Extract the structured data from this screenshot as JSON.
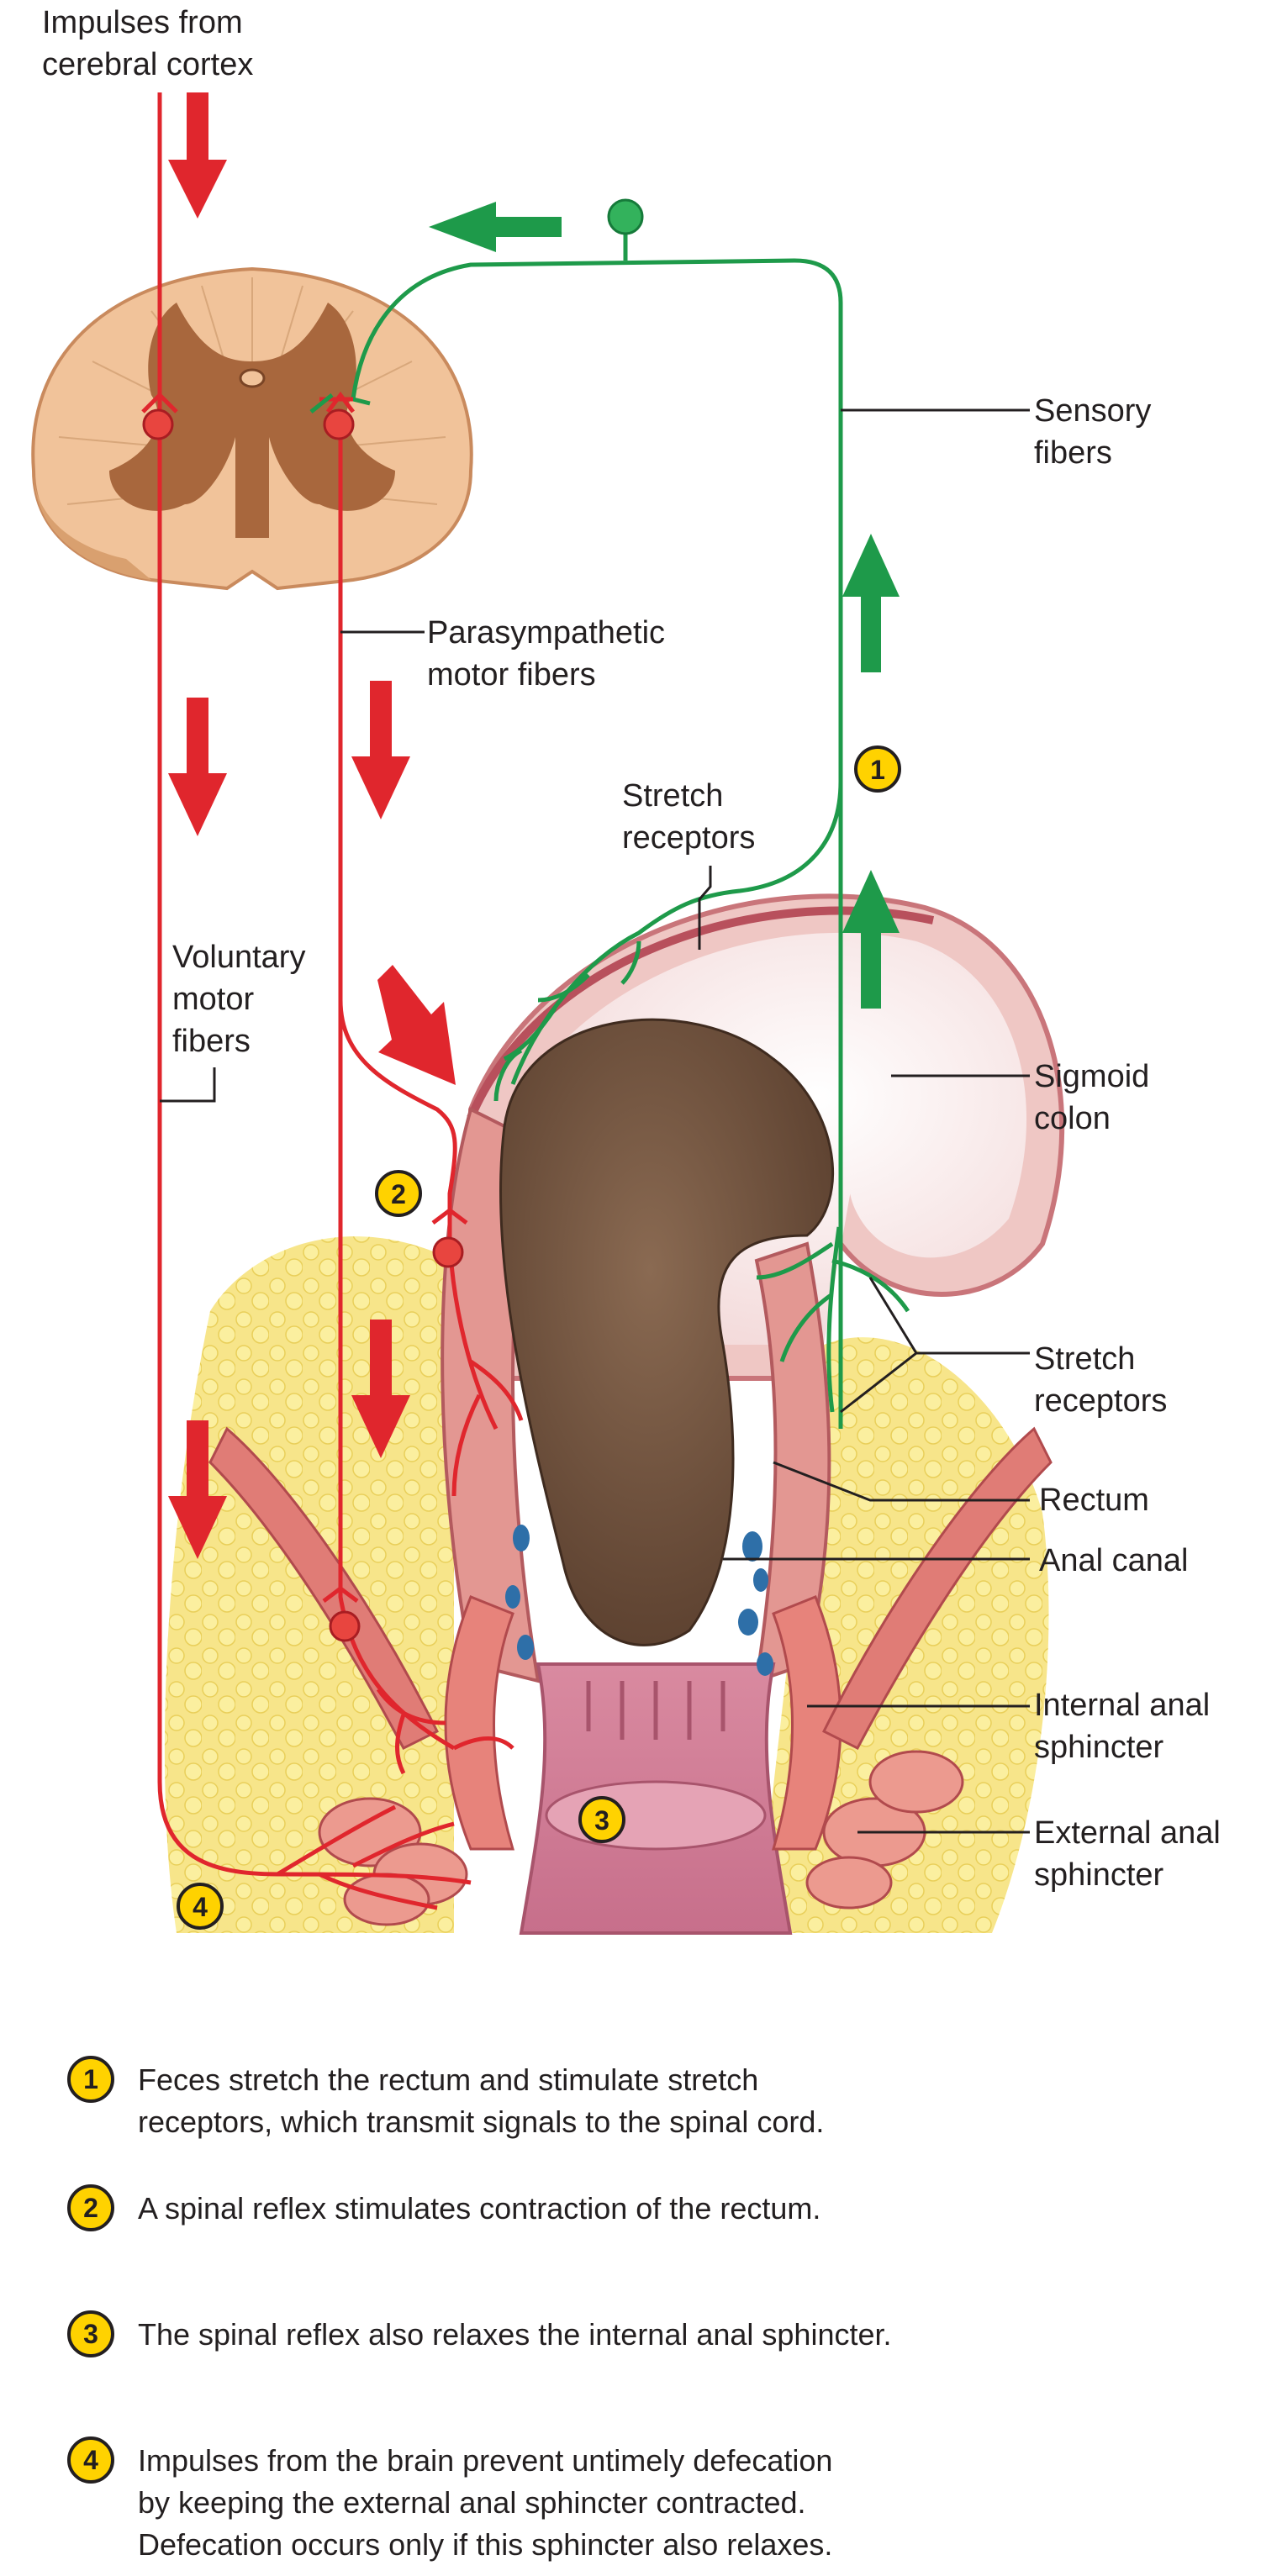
{
  "labels": {
    "cortex_l1": "Impulses from",
    "cortex_l2": "cerebral cortex",
    "sensory_l1": "Sensory",
    "sensory_l2": "fibers",
    "parasym_l1": "Parasympathetic",
    "parasym_l2": "motor fibers",
    "stretch_top_l1": "Stretch",
    "stretch_top_l2": "receptors",
    "voluntary_l1": "Voluntary",
    "voluntary_l2": "motor",
    "voluntary_l3": "fibers",
    "sigmoid_l1": "Sigmoid",
    "sigmoid_l2": "colon",
    "stretch_right_l1": "Stretch",
    "stretch_right_l2": "receptors",
    "rectum": "Rectum",
    "anal_canal": "Anal canal",
    "internal_l1": "Internal anal",
    "internal_l2": "sphincter",
    "external_l1": "External anal",
    "external_l2": "sphincter"
  },
  "markers": [
    "1",
    "2",
    "3",
    "4"
  ],
  "legend": [
    {
      "num": "1",
      "line1": "Feces stretch the rectum and stimulate stretch",
      "line2": "receptors, which transmit signals to the spinal cord.",
      "line3": ""
    },
    {
      "num": "2",
      "line1": "A spinal reflex stimulates contraction of the rectum.",
      "line2": "",
      "line3": ""
    },
    {
      "num": "3",
      "line1": "The spinal reflex also relaxes the internal anal sphincter.",
      "line2": "",
      "line3": ""
    },
    {
      "num": "4",
      "line1": "Impulses from the brain prevent untimely defecation",
      "line2": "by keeping the external anal sphincter contracted.",
      "line3": "Defecation occurs only if this sphincter also relaxes."
    }
  ],
  "colors": {
    "motor": "#e0262d",
    "sensory": "#1e9a4a",
    "badge": "#ffd200",
    "feces": "#6b4e3a",
    "spinal_cord": "#f1c39a",
    "gray_matter": "#a8673d",
    "fat": "#f6e27a",
    "muscle": "#e58c84"
  }
}
